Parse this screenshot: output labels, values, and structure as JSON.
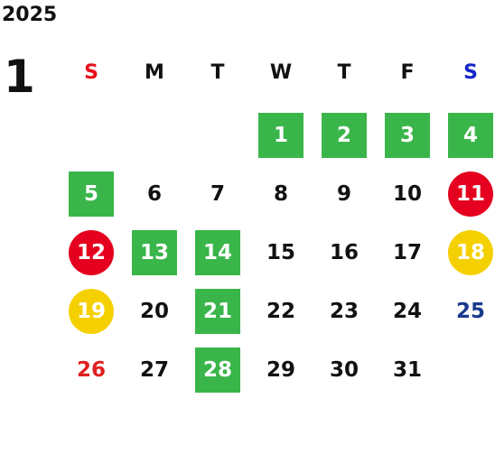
{
  "year": "2025",
  "month": "1",
  "weekdays": [
    "S",
    "M",
    "T",
    "W",
    "T",
    "F",
    "S"
  ],
  "colors": {
    "sunday_header": "#e8101a",
    "saturday_header": "#1428c8",
    "green": "#3ab54a",
    "red": "#e4001e",
    "yellow": "#f5d000",
    "red_text": "#e02020",
    "blue_text": "#1a3a8c",
    "default_text": "#111111"
  },
  "days": [
    {
      "n": "1",
      "col": 3,
      "row": 0,
      "style": "green-square"
    },
    {
      "n": "2",
      "col": 4,
      "row": 0,
      "style": "green-square"
    },
    {
      "n": "3",
      "col": 5,
      "row": 0,
      "style": "green-square"
    },
    {
      "n": "4",
      "col": 6,
      "row": 0,
      "style": "green-square"
    },
    {
      "n": "5",
      "col": 0,
      "row": 1,
      "style": "green-square"
    },
    {
      "n": "6",
      "col": 1,
      "row": 1,
      "style": "plain"
    },
    {
      "n": "7",
      "col": 2,
      "row": 1,
      "style": "plain"
    },
    {
      "n": "8",
      "col": 3,
      "row": 1,
      "style": "plain"
    },
    {
      "n": "9",
      "col": 4,
      "row": 1,
      "style": "plain"
    },
    {
      "n": "10",
      "col": 5,
      "row": 1,
      "style": "plain"
    },
    {
      "n": "11",
      "col": 6,
      "row": 1,
      "style": "red-circle"
    },
    {
      "n": "12",
      "col": 0,
      "row": 2,
      "style": "red-circle"
    },
    {
      "n": "13",
      "col": 1,
      "row": 2,
      "style": "green-square"
    },
    {
      "n": "14",
      "col": 2,
      "row": 2,
      "style": "green-square"
    },
    {
      "n": "15",
      "col": 3,
      "row": 2,
      "style": "plain"
    },
    {
      "n": "16",
      "col": 4,
      "row": 2,
      "style": "plain"
    },
    {
      "n": "17",
      "col": 5,
      "row": 2,
      "style": "plain"
    },
    {
      "n": "18",
      "col": 6,
      "row": 2,
      "style": "yellow-circle"
    },
    {
      "n": "19",
      "col": 0,
      "row": 3,
      "style": "yellow-circle"
    },
    {
      "n": "20",
      "col": 1,
      "row": 3,
      "style": "plain"
    },
    {
      "n": "21",
      "col": 2,
      "row": 3,
      "style": "green-square"
    },
    {
      "n": "22",
      "col": 3,
      "row": 3,
      "style": "plain"
    },
    {
      "n": "23",
      "col": 4,
      "row": 3,
      "style": "plain"
    },
    {
      "n": "24",
      "col": 5,
      "row": 3,
      "style": "plain"
    },
    {
      "n": "25",
      "col": 6,
      "row": 3,
      "style": "blue-text"
    },
    {
      "n": "26",
      "col": 0,
      "row": 4,
      "style": "red-text"
    },
    {
      "n": "27",
      "col": 1,
      "row": 4,
      "style": "plain"
    },
    {
      "n": "28",
      "col": 2,
      "row": 4,
      "style": "green-square"
    },
    {
      "n": "29",
      "col": 3,
      "row": 4,
      "style": "plain"
    },
    {
      "n": "30",
      "col": 4,
      "row": 4,
      "style": "plain"
    },
    {
      "n": "31",
      "col": 5,
      "row": 4,
      "style": "plain"
    }
  ]
}
